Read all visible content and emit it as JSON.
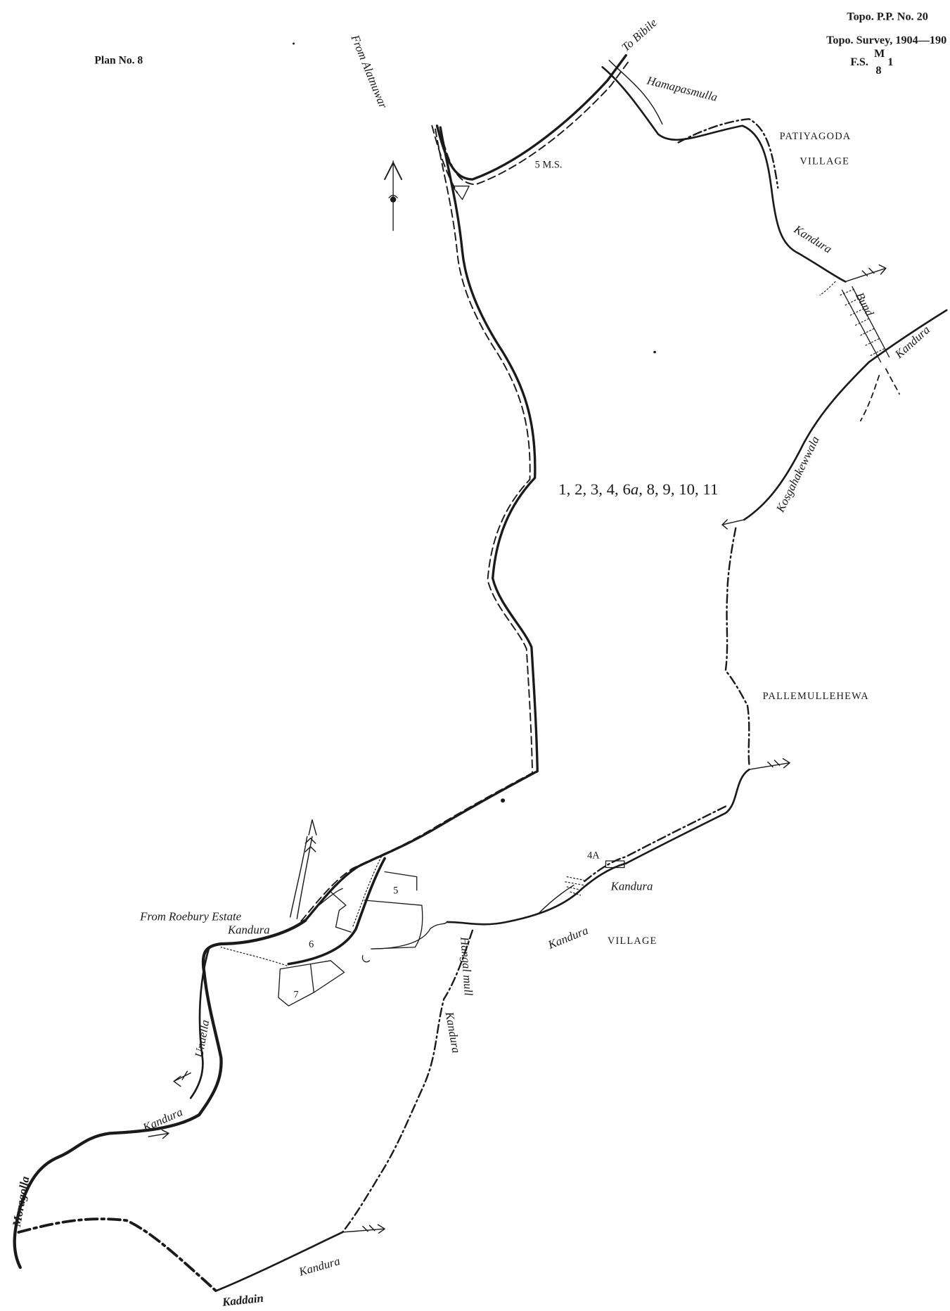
{
  "colors": {
    "ink": "#1a1a1a",
    "paper": "#ffffff"
  },
  "icons": {
    "north_arrow": "north-arrow-icon",
    "flow_arrow": "feathered-arrow-icon"
  },
  "header": {
    "plan_title": "Plan No. 8",
    "topo_pp": "Topo. P.P. No. 20",
    "topo_survey": "Topo. Survey, 1904—190",
    "fs_prefix": "F.S.",
    "fs_numerator": "M",
    "fs_denominator": "8",
    "fs_suffix": "1"
  },
  "labels": {
    "from_alatnuwara": "From Alatnuwar",
    "to_bibile": "To Bibile",
    "hamapasmulla": "Hamapasmulla",
    "mile_stone": "5 M.S.",
    "patiyagoda": "PATIYAGODA",
    "patiyagoda_village": "VILLAGE",
    "kandura_upper": "Kandura",
    "bund": "Bund",
    "kandura_east": "Kandura",
    "kosgahakewwala": "Kosgahakewwala",
    "lots_part1": "1, 2, 3, 4, 6",
    "lots_part2": "a",
    "lots_part3": ", 8, 9, 10, 11",
    "pallemullehewa": "PALLEMULLEHEWA",
    "lot_4a": "4A",
    "kandura_4a": "Kandura",
    "lot_5": "5",
    "from_roebury": "From Roebury Estate",
    "kandura_roebury": "Kandura",
    "lot_6": "6",
    "lot_7": "7",
    "kandura_village": "Kandura",
    "village": "VILLAGE",
    "hangal_mull": "Hangal mull",
    "kandura_hangal": "Kandura",
    "unaella": "Unaella",
    "kandura_southwest": "Kandura",
    "moragolla": "Moragolla",
    "kandura_south": "Kandura",
    "kaddain": "Kaddain"
  }
}
